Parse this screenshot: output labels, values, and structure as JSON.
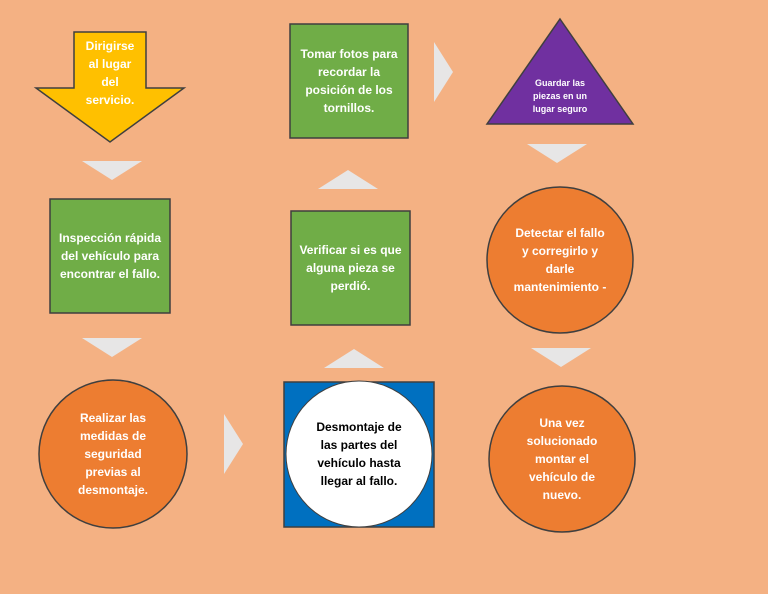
{
  "diagram": {
    "background_color": "#f4b183",
    "colors": {
      "yellow": "#ffc000",
      "green": "#70ad47",
      "orange": "#ed7d31",
      "purple": "#7030a0",
      "blue": "#0070c0",
      "white": "#ffffff",
      "arrow": "#e7e6e6"
    },
    "nodes": {
      "dirigirse": {
        "shape": "down-arrow",
        "text": "Dirigirse al lugar del servicio."
      },
      "inspeccion": {
        "shape": "rectangle",
        "text": "Inspección rápida del vehículo para encontrar el fallo."
      },
      "realizar": {
        "shape": "circle",
        "text": "Realizar las medidas de seguridad previas al desmontaje."
      },
      "desmontaje": {
        "shape": "circle-in-square",
        "text": "Desmontaje de las partes del vehículo hasta llegar al fallo."
      },
      "verificar": {
        "shape": "rectangle",
        "text": "Verificar si es que alguna pieza se perdió."
      },
      "tomar_fotos": {
        "shape": "rectangle",
        "text": "Tomar fotos para recordar la posición de los tornillos."
      },
      "guardar": {
        "shape": "triangle",
        "text": "Guardar las piezas en un lugar seguro"
      },
      "detectar": {
        "shape": "circle",
        "text": "Detectar el fallo y corregirlo y darle mantenimiento -"
      },
      "una_vez": {
        "shape": "circle",
        "text": "Una vez solucionado montar el vehículo de nuevo."
      }
    },
    "connectors": [
      {
        "from": "dirigirse",
        "to": "inspeccion",
        "direction": "down"
      },
      {
        "from": "inspeccion",
        "to": "realizar",
        "direction": "down"
      },
      {
        "from": "realizar",
        "to": "desmontaje",
        "direction": "right"
      },
      {
        "from": "desmontaje",
        "to": "verificar",
        "direction": "up"
      },
      {
        "from": "verificar",
        "to": "tomar_fotos",
        "direction": "up"
      },
      {
        "from": "tomar_fotos",
        "to": "guardar",
        "direction": "right"
      },
      {
        "from": "guardar",
        "to": "detectar",
        "direction": "down"
      },
      {
        "from": "detectar",
        "to": "una_vez",
        "direction": "down"
      }
    ]
  }
}
